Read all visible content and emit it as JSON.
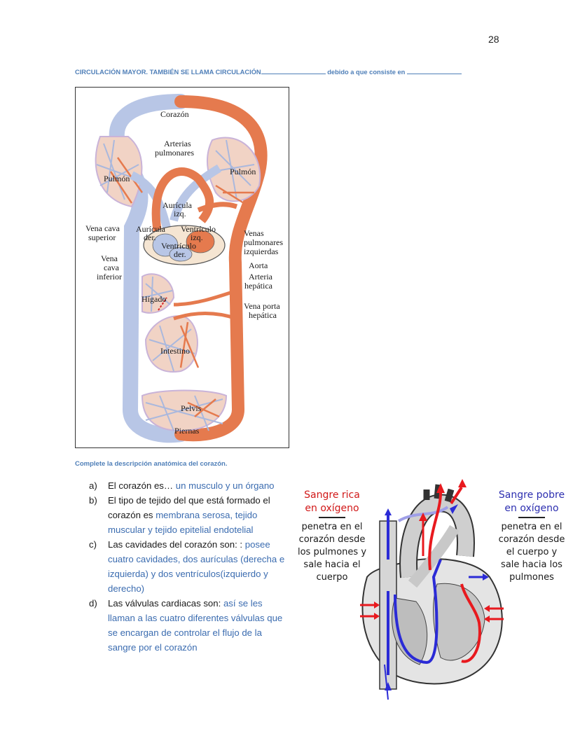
{
  "page": {
    "number": "28"
  },
  "title": {
    "part1": "CIRCULACIÓN MAYOR. TAMBIÉN SE LLAMA CIRCULACIÓN",
    "part2": " debido a que consiste en "
  },
  "circulation_diagram": {
    "labels": {
      "corazon": "Corazón",
      "arterias1": "Arterias",
      "arterias2": "pulmonares",
      "pulmon_left": "Pulmón",
      "pulmon_right": "Pulmón",
      "auricula_izq1": "Aurícula",
      "auricula_izq2": "izq.",
      "vena_cava_sup1": "Vena cava",
      "vena_cava_sup2": "superior",
      "auricula_der1": "Aurícula",
      "auricula_der2": "der.",
      "ventriculo_izq1": "Ventrículo",
      "ventriculo_izq2": "izq.",
      "ventriculo_der1": "Ventrículo",
      "ventriculo_der2": "der.",
      "venas_pulm1": "Venas",
      "venas_pulm2": "pulmonares",
      "venas_pulm3": "izquierdas",
      "vena_cava_inf1": "Vena",
      "vena_cava_inf2": "cava",
      "vena_cava_inf3": "inferior",
      "aorta": "Aorta",
      "arteria_hep1": "Arteria",
      "arteria_hep2": "hepática",
      "higado": "Hígado",
      "vena_porta1": "Vena porta",
      "vena_porta2": "hepática",
      "intestino": "Intestino",
      "pelvis": "Pelvis",
      "piernas": "Piernas"
    },
    "colors": {
      "oxygenated": "#e57a4e",
      "deoxygenated": "#b8c6e6"
    }
  },
  "subheading": "Complete la descripción anatómica del corazón.",
  "answers": [
    {
      "marker": "a)",
      "prompt": "El corazón es… ",
      "answer": "un musculo y un órgano"
    },
    {
      "marker": "b)",
      "prompt": "El tipo de tejido del que está formado el corazón es ",
      "answer": "membrana serosa, tejido muscular y tejido epitelial endotelial"
    },
    {
      "marker": "c)",
      "prompt": "Las cavidades del corazón son: : ",
      "answer": "posee cuatro cavidades, dos aurículas (derecha e izquierda) y dos ventrículos(izquierdo y derecho)"
    },
    {
      "marker": "d)",
      "prompt": "Las válvulas cardiacas son: ",
      "answer": "así se les llaman a las cuatro diferentes válvulas que se encargan de controlar el flujo de la sangre por el corazón"
    }
  ],
  "heart_figure": {
    "left_caption": {
      "heading1": "Sangre rica",
      "heading2": "en oxígeno",
      "line1": "penetra en el",
      "line2": "corazón desde",
      "line3": "los pulmones y",
      "line4": "sale hacia el",
      "line5": "cuerpo"
    },
    "right_caption": {
      "heading1": "Sangre pobre",
      "heading2": "en oxígeno",
      "line1": "penetra en el",
      "line2": "corazón desde",
      "line3": "el cuerpo y",
      "line4": "sale hacia los",
      "line5": "pulmones"
    },
    "colors": {
      "oxygen_rich": "#e8191e",
      "oxygen_poor": "#2b2bd6"
    }
  }
}
